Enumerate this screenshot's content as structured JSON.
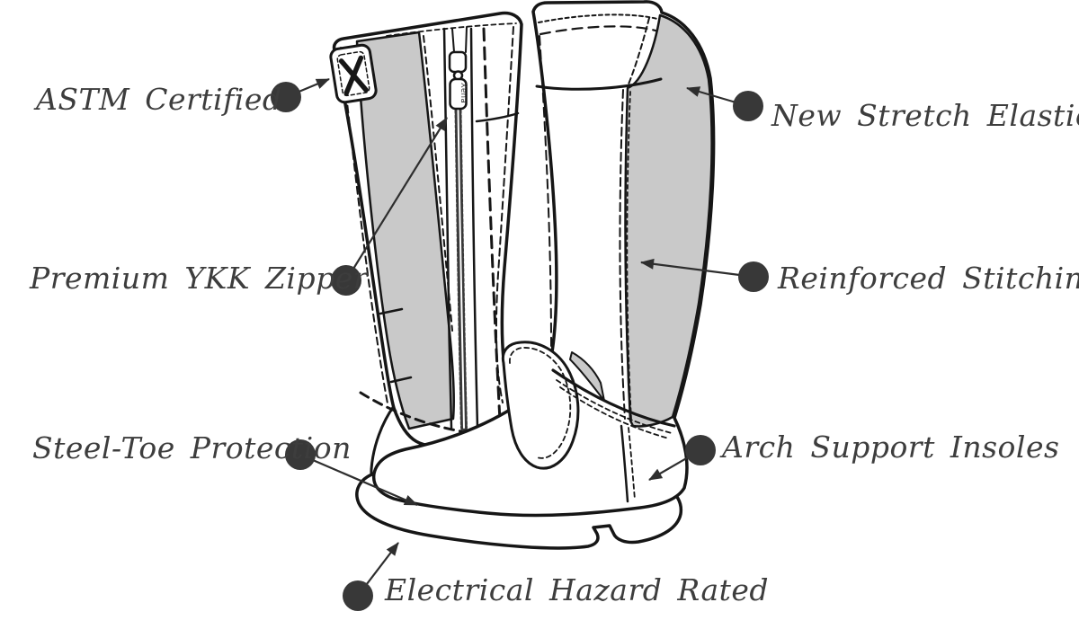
{
  "page": {
    "background": "#ffffff"
  },
  "colors": {
    "ink": "#161616",
    "label_text": "#3d3d3d",
    "dot": "#383838",
    "panel_gray": "#c9c9c9",
    "white": "#ffffff"
  },
  "boot": {
    "zipper_pull_text": "Xena",
    "tag_logo": "X"
  },
  "callouts": [
    {
      "label": "ASTM Certified",
      "side": "left"
    },
    {
      "label": "New Stretch Elastic",
      "side": "right"
    },
    {
      "label": "Premium YKK Zipper",
      "side": "left"
    },
    {
      "label": "Reinforced Stitching",
      "side": "right"
    },
    {
      "label": "Steel-Toe Protection",
      "side": "left"
    },
    {
      "label": "Arch Support Insoles",
      "side": "right"
    },
    {
      "label": "Electrical Hazard Rated",
      "side": "bottom"
    }
  ]
}
